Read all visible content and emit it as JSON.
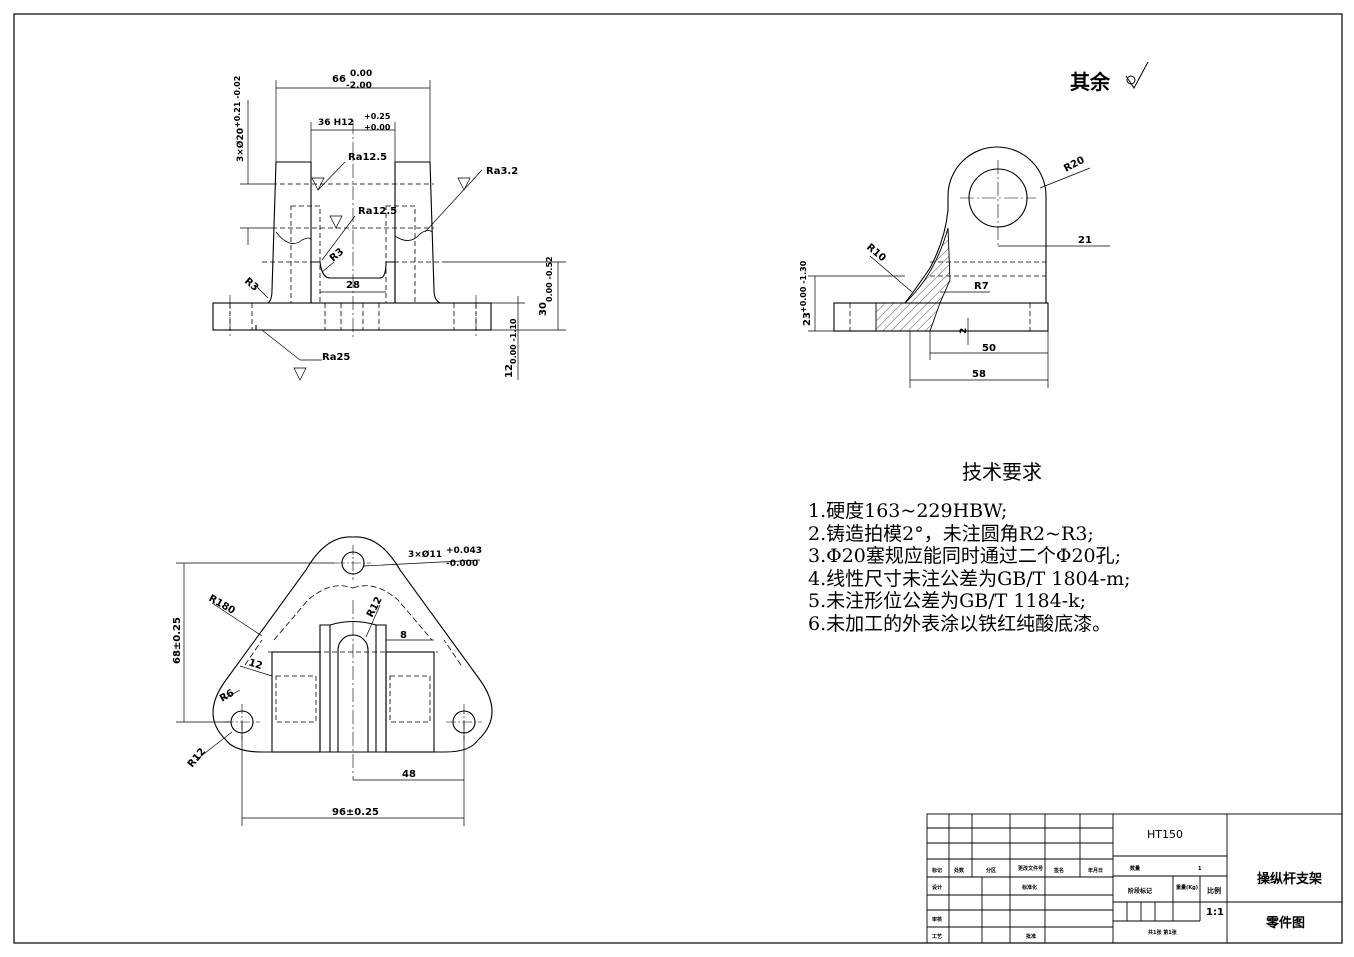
{
  "surface_note": {
    "label": "其余"
  },
  "tech_requirements": {
    "title": "技术要求",
    "items": [
      "1.硬度163~229HBW;",
      "2.铸造拍模2°，未注圆角R2~R3;",
      "3.Φ20塞规应能同时通过二个Φ20孔;",
      "4.线性尺寸未注公差为GB/T 1804-m;",
      "5.未注形位公差为GB/T 1184-k;",
      "6.未加工的外表涂以铁红纯酸底漆。"
    ]
  },
  "front_view": {
    "dim_66": "66",
    "dim_66_upper": "0.00",
    "dim_66_lower": "-2.00",
    "dim_36": "36 H12",
    "dim_36_upper": "+0.25",
    "dim_36_lower": "+0.00",
    "dim_holes": "3×Ø20",
    "dim_holes_tol": "+0.21 -0.02",
    "ra_12_5_a": "Ra12.5",
    "ra_12_5_b": "Ra12.5",
    "ra_3_2": "Ra3.2",
    "ra_25": "Ra25",
    "r3_left": "R3",
    "r3_mid": "R3",
    "dim_28": "28",
    "dim_30": "30",
    "dim_30_tol": "0.00 -0.52",
    "dim_12": "12",
    "dim_12_tol": "0.00 -1.10"
  },
  "side_view": {
    "r20": "R20",
    "r10": "R10",
    "r7": "R7",
    "dim_21": "21",
    "dim_2": "2",
    "dim_50": "50",
    "dim_58": "58",
    "dim_23": "23",
    "dim_23_tol": "+0.00 -1.30"
  },
  "top_view": {
    "dim_holes": "3×Ø11",
    "dim_holes_upper": "+0.043",
    "dim_holes_lower": "-0.000",
    "r180": "R180",
    "r12_a": "R12",
    "r12_b": "R12",
    "r6": "R6",
    "dim_12": "12",
    "dim_8": "8",
    "dim_68": "68±0.25",
    "dim_48": "48",
    "dim_96": "96±0.25"
  },
  "title_block": {
    "material": "HT150",
    "part_name": "操纵杆支架",
    "drawing_type": "零件图",
    "scale": "1:1",
    "scale_label": "比例",
    "weight_label": "重量(Kg)",
    "stage_label": "阶段标记",
    "quantity_label": "数量",
    "quantity_value": "1",
    "sheets": "共1张  第1张",
    "row_labels": [
      "标记",
      "处数",
      "分区",
      "更改文件号",
      "签名",
      "年月日"
    ],
    "design": "设计",
    "standardize": "标准化",
    "review": "审核",
    "process": "工艺",
    "approve": "批准"
  }
}
